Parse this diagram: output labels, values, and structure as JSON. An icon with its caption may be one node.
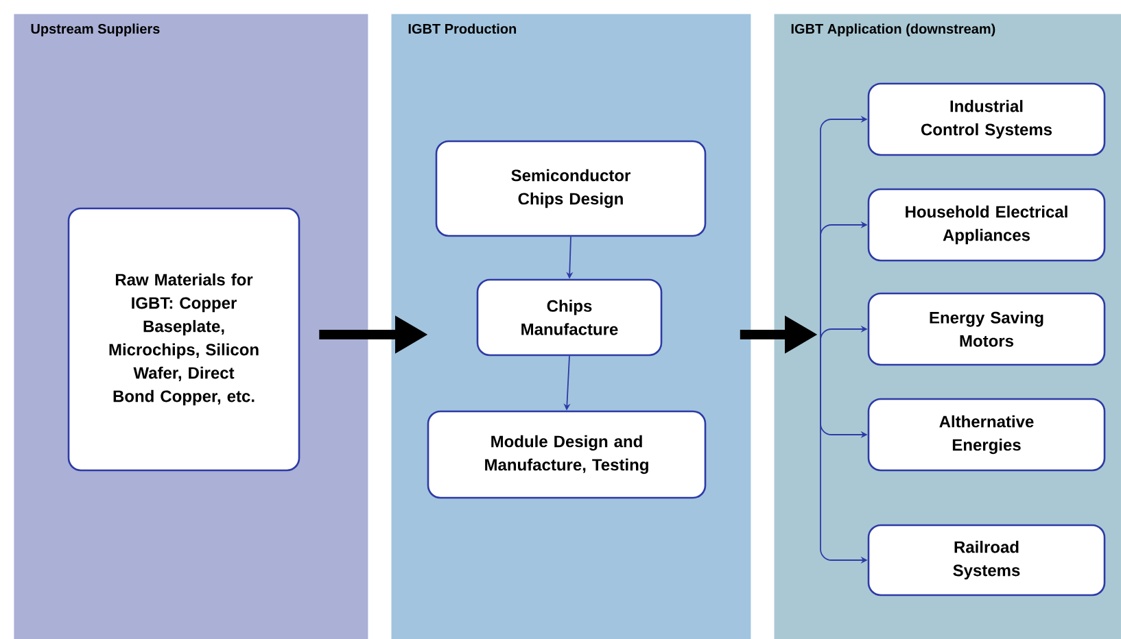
{
  "diagram": {
    "nodes": [
      {
        "text": [
          "Upstream Suppliers"
        ]
      },
      {
        "text": [
          "IGBT Production"
        ]
      },
      {
        "text": [
          "IGBT Application (downstream)"
        ]
      },
      {
        "text": [
          "Raw Materials for IGBT: Copper Baseplate, Microchips, Silicon Wafer, Direct Bond Copper, etc."
        ],
        "in": 0
      },
      {
        "text": [
          "Semiconductor Chips Design"
        ],
        "in": 1
      },
      {
        "text": [
          "Chips Manufacture"
        ],
        "in": 1
      },
      {
        "text": [
          "Module Design and Manufacture, Testing"
        ],
        "in": 1
      },
      {
        "text": [
          "Industrial Control Systems"
        ],
        "in": 2
      },
      {
        "text": [
          "Household Electrical Appliances"
        ],
        "in": 2
      },
      {
        "text": [
          "Energy Saving Motors"
        ],
        "in": 2
      },
      {
        "text": [
          "Althernative Energies"
        ],
        "in": 2
      },
      {
        "text": [
          "Railroad Systems"
        ],
        "in": 2
      }
    ],
    "edges": [
      {
        "from": 3,
        "to": 1,
        "arrow": "to",
        "style": "thick",
        "color": "#000000"
      },
      {
        "from": 4,
        "to": 5,
        "arrow": "to"
      },
      {
        "from": 5,
        "to": 6,
        "arrow": "to"
      },
      {
        "from": 1,
        "to": 2,
        "arrow": "to",
        "style": "thick",
        "color": "#000000"
      },
      {
        "from": null,
        "to": 7,
        "arrow": "to"
      },
      {
        "from": null,
        "to": 8,
        "arrow": "to"
      },
      {
        "from": null,
        "to": 9,
        "arrow": "to"
      },
      {
        "from": null,
        "to": 10,
        "arrow": "to"
      },
      {
        "from": null,
        "to": 11,
        "arrow": "to"
      }
    ]
  }
}
